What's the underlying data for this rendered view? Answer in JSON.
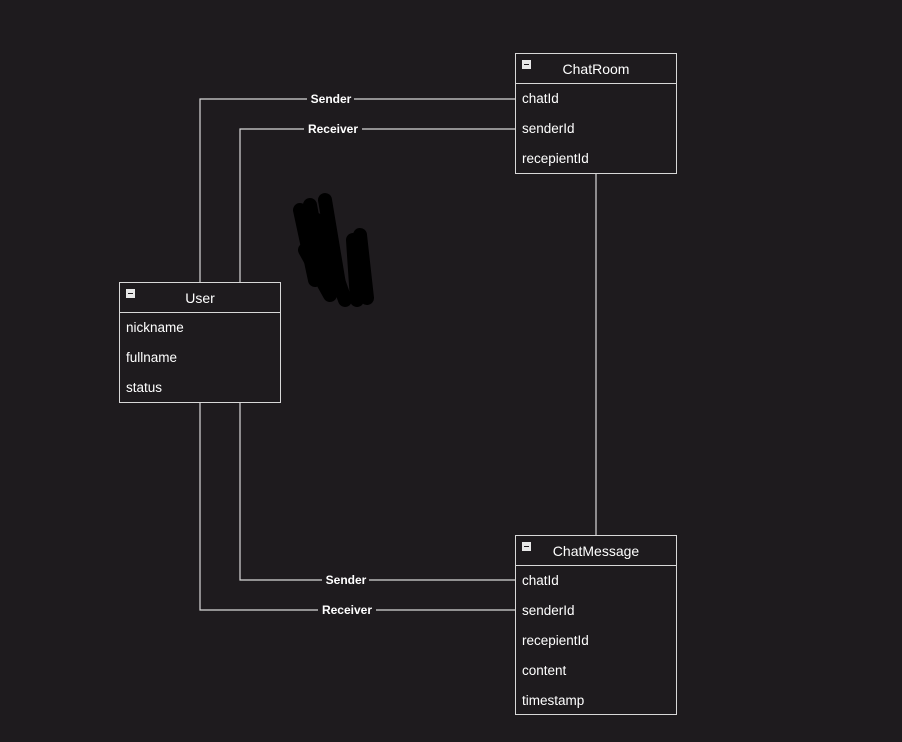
{
  "entities": {
    "chatroom": {
      "title": "ChatRoom",
      "fields": [
        "chatId",
        "senderId",
        "recepientId"
      ]
    },
    "user": {
      "title": "User",
      "fields": [
        "nickname",
        "fullname",
        "status"
      ]
    },
    "chatmessage": {
      "title": "ChatMessage",
      "fields": [
        "chatId",
        "senderId",
        "recepientId",
        "content",
        "timestamp"
      ]
    }
  },
  "edges": {
    "user_chatroom_sender": "Sender",
    "user_chatroom_receiver": "Receiver",
    "user_chatmessage_sender": "Sender",
    "user_chatmessage_receiver": "Receiver"
  },
  "colors": {
    "background": "#1e1b1e",
    "line": "#d8d8d8",
    "text": "#ffffff"
  }
}
